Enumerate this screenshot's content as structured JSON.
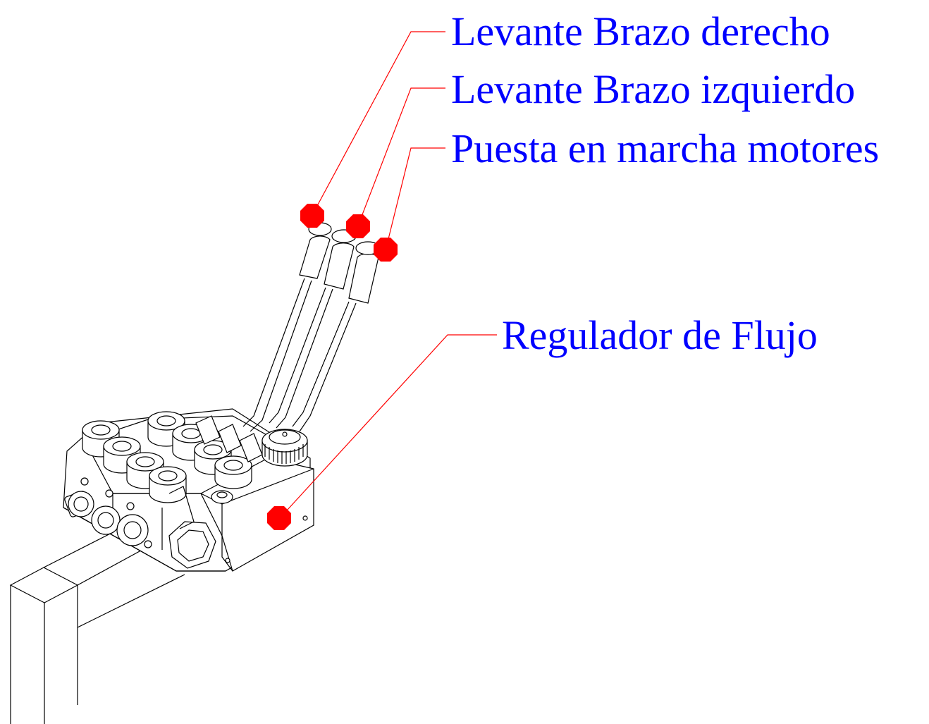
{
  "colors": {
    "label_text": "#0000ff",
    "leader_line": "#ff0000",
    "marker": "#ff0000",
    "drawing_ink": "#000000",
    "background": "#ffffff"
  },
  "callouts": [
    {
      "id": "arm-right-lift",
      "text": "Levante Brazo derecho"
    },
    {
      "id": "arm-left-lift",
      "text": "Levante Brazo izquierdo"
    },
    {
      "id": "motor-start",
      "text": "Puesta en marcha motores"
    },
    {
      "id": "flow-regulator",
      "text": "Regulador de Flujo"
    }
  ]
}
